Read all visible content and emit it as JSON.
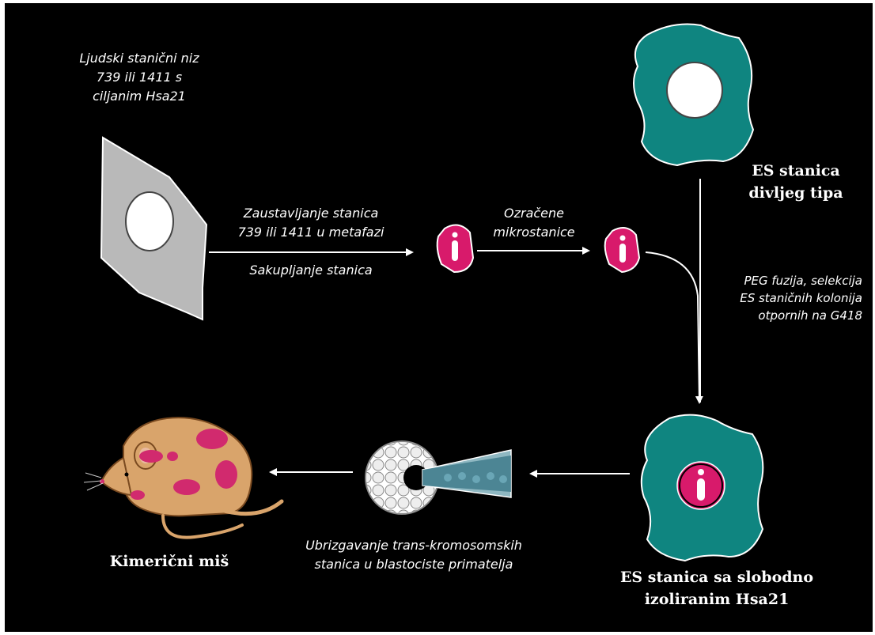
{
  "colors": {
    "background": "#000000",
    "text": "#ffffff",
    "es_cell": "#0f8580",
    "human_cell": "#b9b9b9",
    "microcell": "#d81a6b",
    "mouse_fur": "#d9a46b",
    "mouse_patch": "#d12a6e",
    "arrow": "#ffffff"
  },
  "labels": {
    "human_cell_line": [
      "Ljudski stanični niz",
      "739 ili 1411 s",
      "ciljanim Hsa21"
    ],
    "metaphase_arrest": [
      "Zaustavljanje stanica",
      "739 ili 1411 u metafazi"
    ],
    "cell_harvest": "Sakupljanje stanica",
    "irradiated": [
      "Ozračene",
      "mikrostanice"
    ],
    "peg_fusion": [
      "PEG fuzija, selekcija",
      "ES staničnih kolonija",
      "otpornih na G418"
    ],
    "wild_type_es": [
      "ES stanica",
      "divljeg tipa"
    ],
    "es_with_hsa21": [
      "ES stanica sa slobodno",
      "izoliranim Hsa21"
    ],
    "injection": [
      "Ubrizgavanje trans-kromosomskih",
      "stanica u blastociste primatelja"
    ],
    "chimeric_mouse": "Kimerični miš"
  },
  "icons": {
    "human_cell": "human-cell-icon",
    "microcell": "microcell-icon",
    "es_cell": "es-cell-icon",
    "blastocyst": "blastocyst-injection-icon",
    "mouse": "chimeric-mouse-icon"
  }
}
